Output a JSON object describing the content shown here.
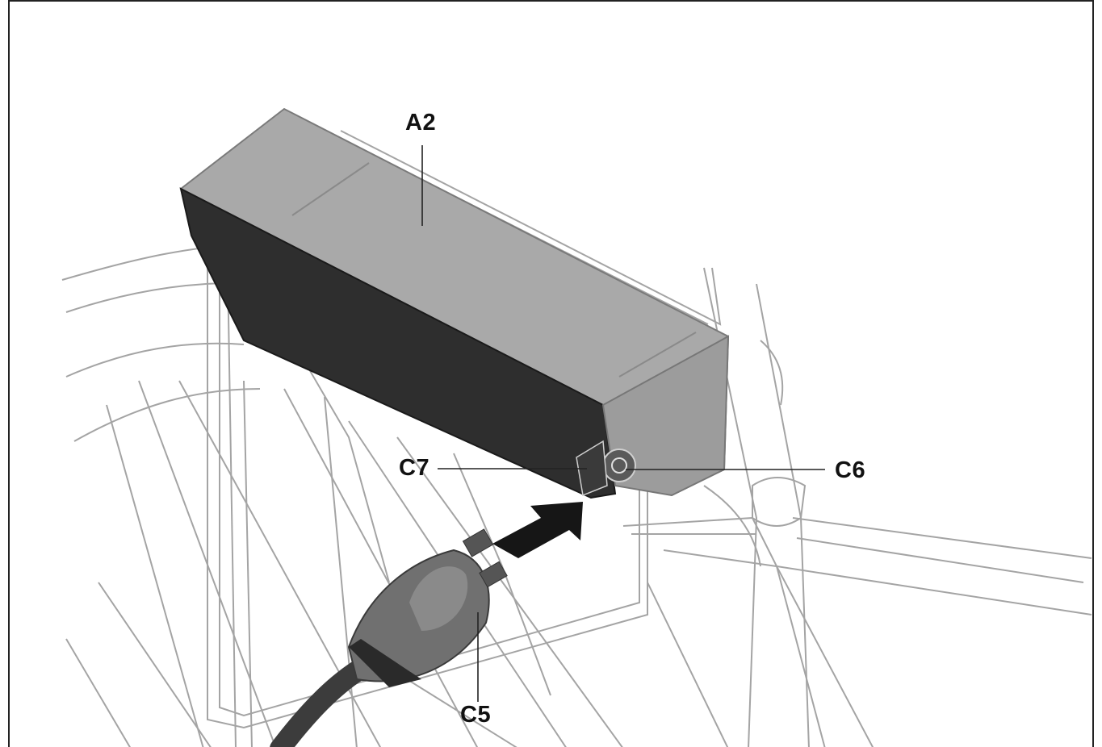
{
  "labels": {
    "a2": "A2",
    "c5": "C5",
    "c6": "C6",
    "c7": "C7"
  },
  "colors": {
    "line_art": "#9a9a9a",
    "battery_top": "#a7a7a7",
    "battery_side": "#2f2f2f",
    "plug": "#6e6e6e",
    "arrow": "#151515"
  }
}
